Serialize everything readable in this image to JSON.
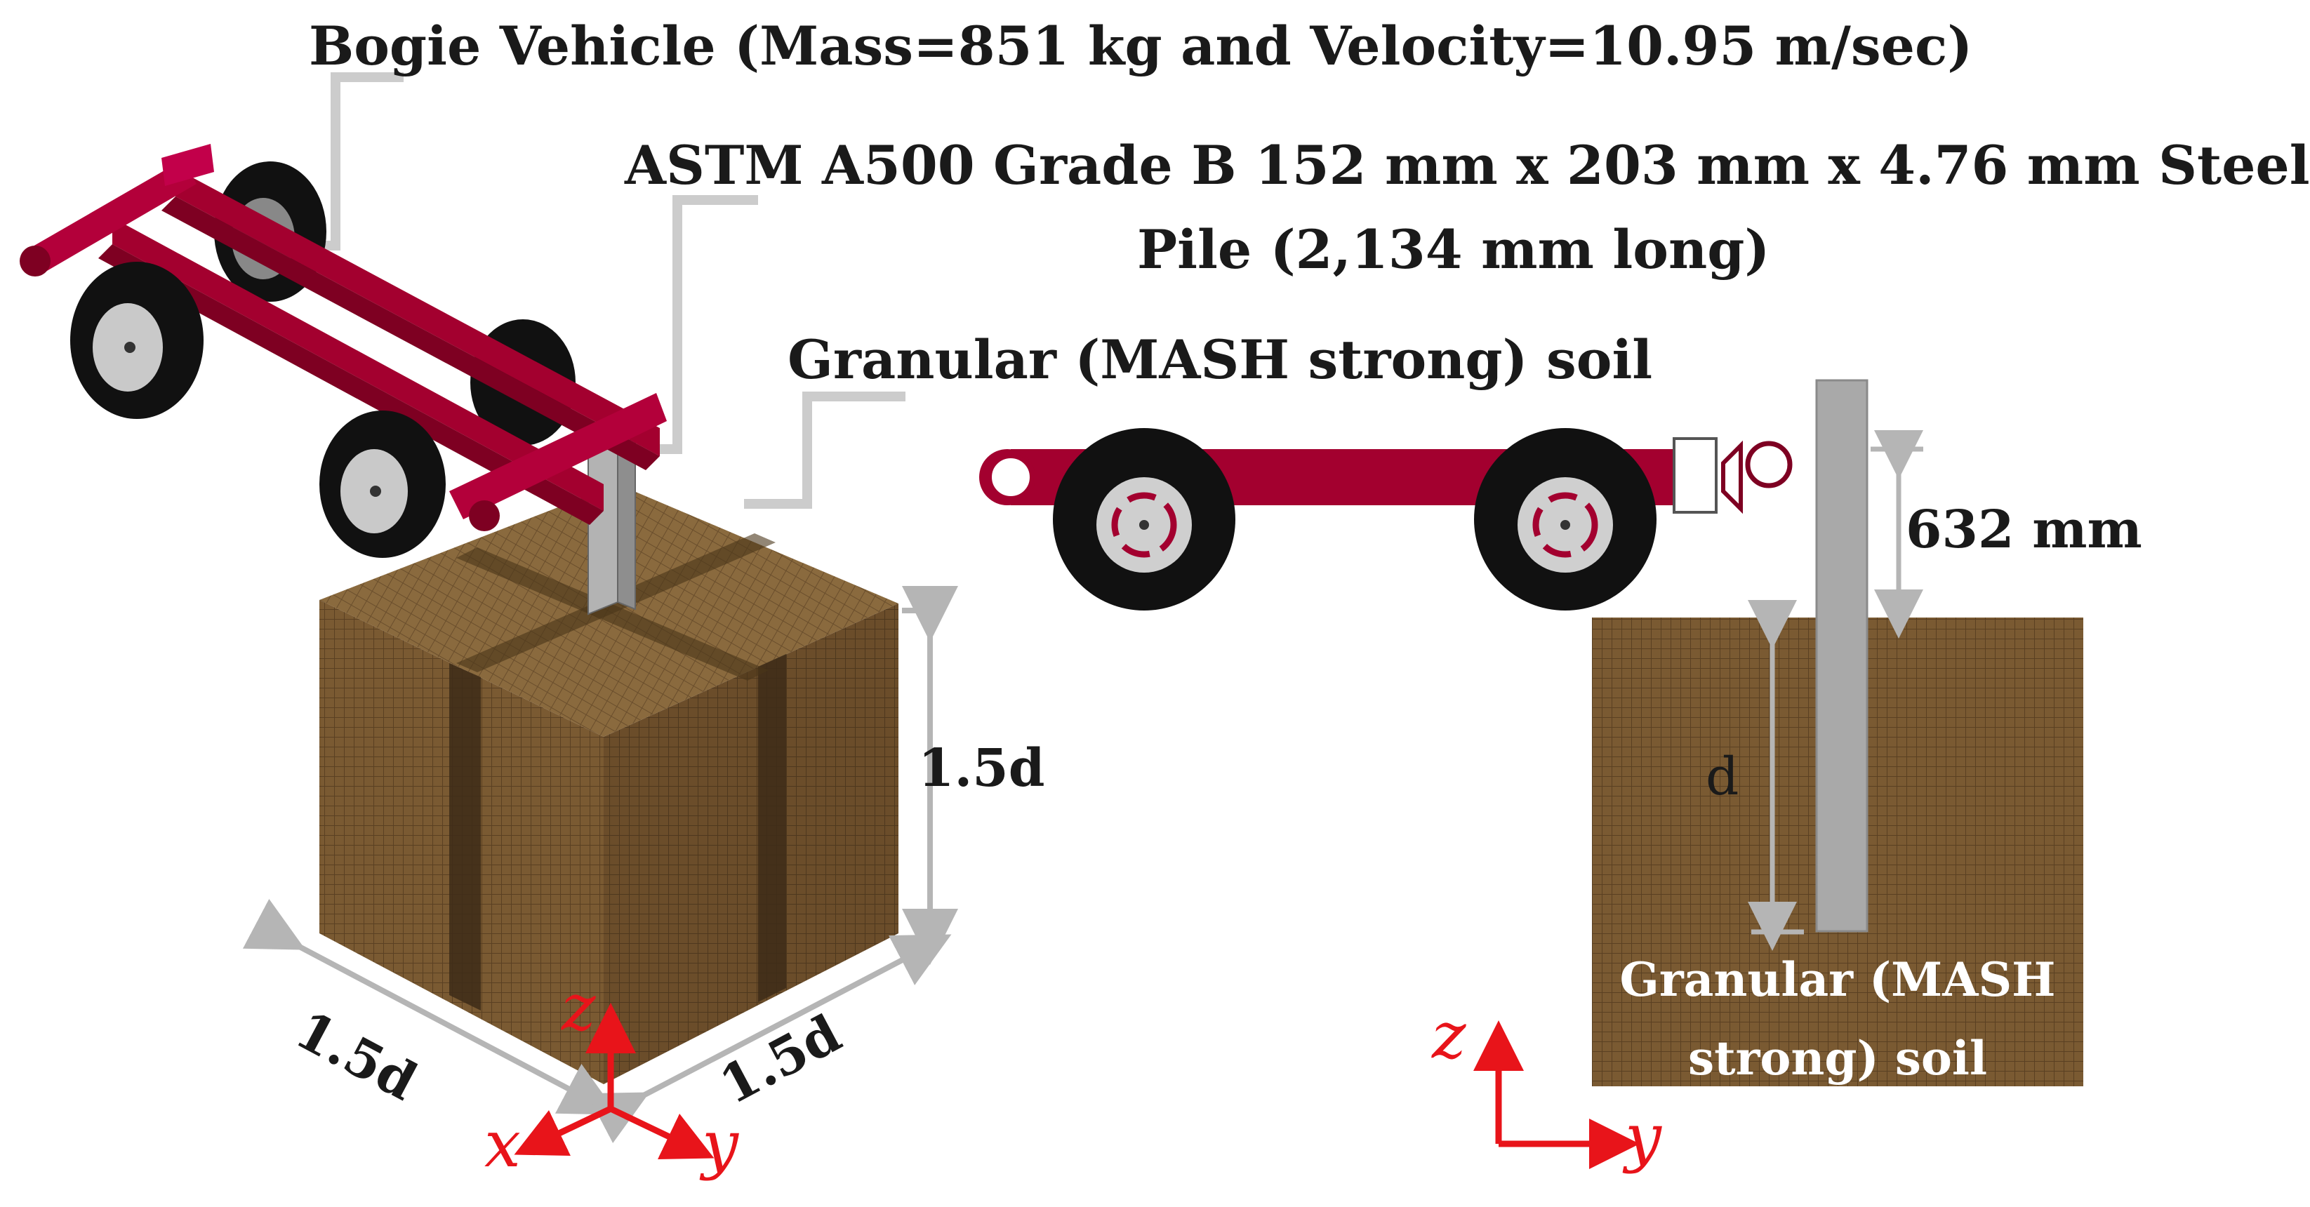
{
  "labels": {
    "bogie": "Bogie Vehicle (Mass=851 kg and Velocity=10.95 m/sec)",
    "pile_line1": "ASTM A500 Grade B 152 mm x 203 mm x 4.76 mm Steel",
    "pile_line2": "Pile (2,134 mm long)",
    "soil_top": "Granular (MASH strong) soil",
    "soil_side_line1": "Granular (MASH",
    "soil_side_line2": "strong) soil"
  },
  "dimensions": {
    "height": "1.5d",
    "left_width": "1.5d",
    "right_width": "1.5d",
    "stickup": "632 mm",
    "embed": "d"
  },
  "axes": {
    "iso": {
      "z": "z",
      "x": "x",
      "y": "y"
    },
    "side": {
      "z": "z",
      "y": "y"
    }
  },
  "colors": {
    "frame": "#a3002f",
    "soil": "#7a5a32",
    "soil_dark": "#3d2c17",
    "pile": "#a9a9a9",
    "axis": "#e8141a",
    "leader": "#c8c8c8"
  }
}
